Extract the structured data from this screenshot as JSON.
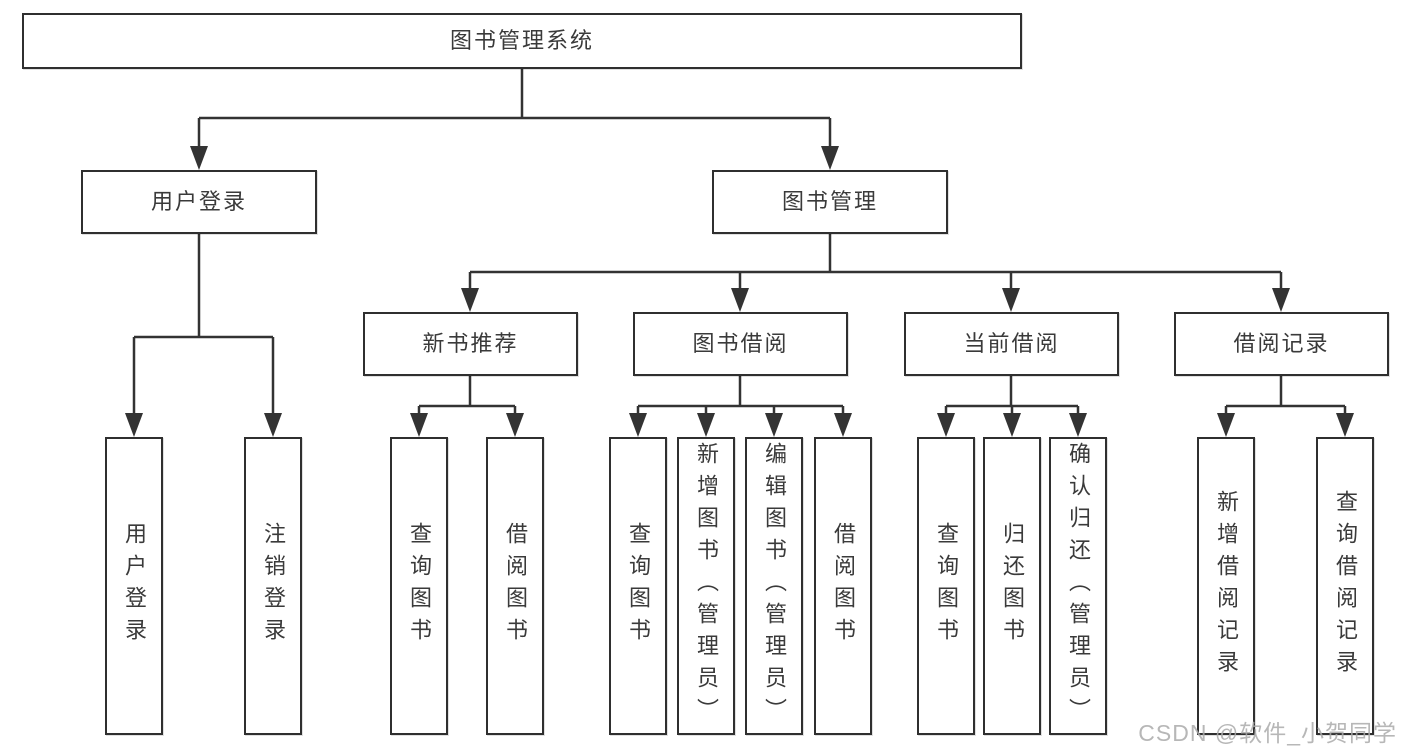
{
  "tree": {
    "label": "图书管理系统",
    "children": [
      {
        "label": "用户登录",
        "children": [
          {
            "label": "用户登录"
          },
          {
            "label": "注销登录"
          }
        ]
      },
      {
        "label": "图书管理",
        "children": [
          {
            "label": "新书推荐",
            "children": [
              {
                "label": "查询图书"
              },
              {
                "label": "借阅图书"
              }
            ]
          },
          {
            "label": "图书借阅",
            "children": [
              {
                "label": "查询图书"
              },
              {
                "label": "新增图书（管理员）"
              },
              {
                "label": "编辑图书（管理员）"
              },
              {
                "label": "借阅图书"
              }
            ]
          },
          {
            "label": "当前借阅",
            "children": [
              {
                "label": "查询图书"
              },
              {
                "label": "归还图书"
              },
              {
                "label": "确认归还（管理员）"
              }
            ]
          },
          {
            "label": "借阅记录",
            "children": [
              {
                "label": "新增借阅记录"
              },
              {
                "label": "查询借阅记录"
              }
            ]
          }
        ]
      }
    ]
  },
  "watermark": {
    "text": "CSDN @软件_小贺同学"
  },
  "colors": {
    "line": "#333333",
    "box_border": "#2f2f2f",
    "text": "#3a3a3a",
    "background": "#ffffff",
    "watermark": "#ababab"
  }
}
